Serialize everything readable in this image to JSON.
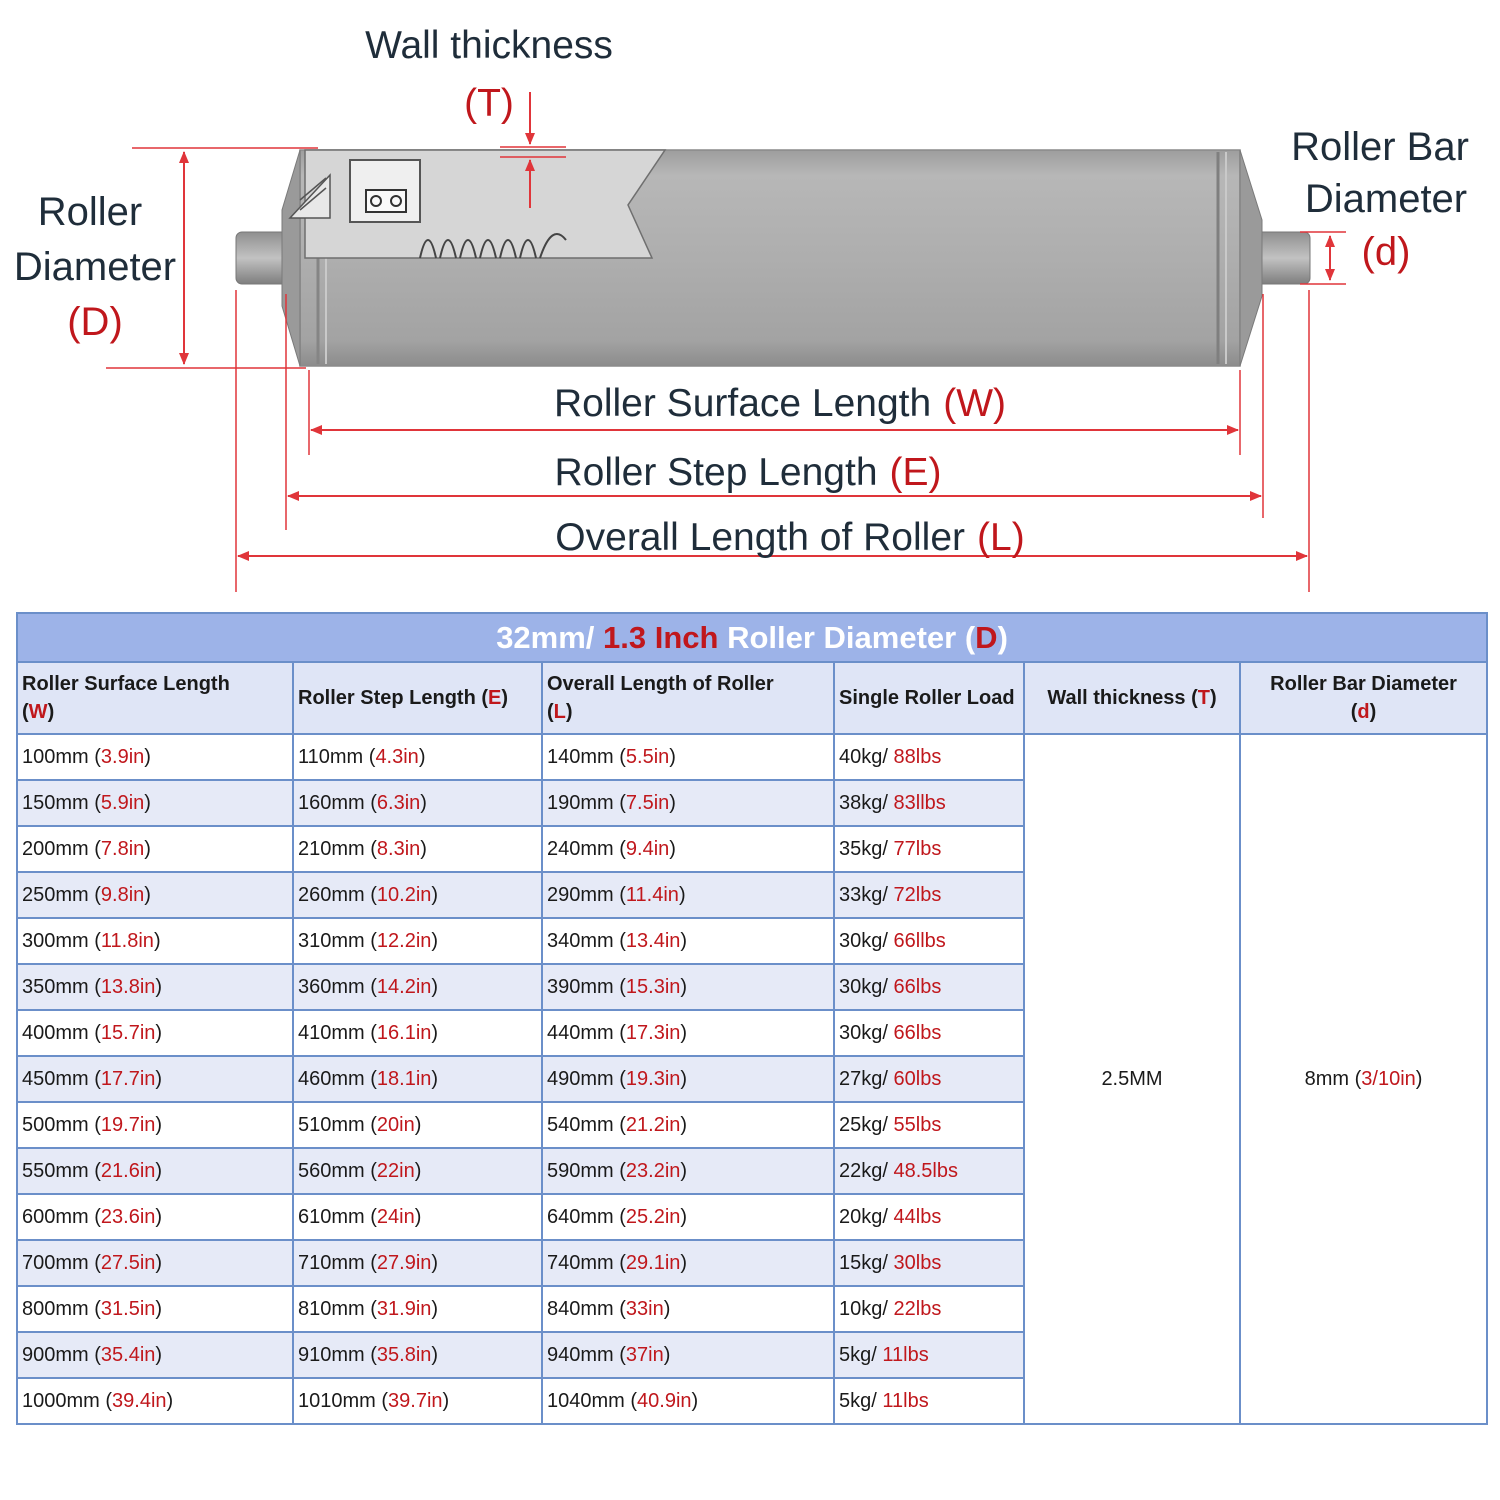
{
  "diagram": {
    "labels": {
      "wall_thickness": "Wall thickness",
      "wall_thickness_sym": "(T)",
      "roller_diameter_1": "Roller",
      "roller_diameter_2": "Diameter",
      "roller_diameter_sym": "(D)",
      "bar_diameter_1": "Roller Bar",
      "bar_diameter_2": "Diameter",
      "bar_diameter_sym": "(d)",
      "surface_length": "Roller Surface Length",
      "surface_length_sym": "(W)",
      "step_length": "Roller Step Length",
      "step_length_sym": "(E)",
      "overall_length": "Overall Length of Roller",
      "overall_length_sym": "(L)"
    },
    "colors": {
      "roller_body": "#ababab",
      "dimension_lines": "#e0353a",
      "label_text": "#1f2d3a",
      "symbol_text": "#c0171c"
    }
  },
  "table": {
    "title": {
      "part1": "32mm/ ",
      "part2": "1.3 Inch",
      "part3": " Roller Diameter (",
      "part4": "D",
      "part5": ")"
    },
    "headers": [
      {
        "text": "Roller Surface Length",
        "sym": "W"
      },
      {
        "text": "Roller Step Length",
        "sym": "E"
      },
      {
        "text": "Overall Length of Roller",
        "sym": "L"
      },
      {
        "text": "Single Roller Load",
        "sym": ""
      },
      {
        "text": "Wall thickness",
        "sym": "T"
      },
      {
        "text": "Roller Bar Diameter",
        "sym": "d"
      }
    ],
    "rows": [
      {
        "w_mm": "100mm",
        "w_in": "3.9in",
        "e_mm": "110mm",
        "e_in": "4.3in",
        "l_mm": "140mm",
        "l_in": "5.5in",
        "kg": "40kg/",
        "lbs": "88lbs"
      },
      {
        "w_mm": "150mm",
        "w_in": "5.9in",
        "e_mm": "160mm",
        "e_in": "6.3in",
        "l_mm": "190mm",
        "l_in": "7.5in",
        "kg": "38kg/",
        "lbs": "83llbs"
      },
      {
        "w_mm": "200mm",
        "w_in": "7.8in",
        "e_mm": "210mm",
        "e_in": "8.3in",
        "l_mm": "240mm",
        "l_in": "9.4in",
        "kg": "35kg/",
        "lbs": "77lbs"
      },
      {
        "w_mm": "250mm",
        "w_in": "9.8in",
        "e_mm": "260mm",
        "e_in": "10.2in",
        "l_mm": "290mm",
        "l_in": "11.4in",
        "kg": "33kg/",
        "lbs": "72lbs"
      },
      {
        "w_mm": "300mm",
        "w_in": "11.8in",
        "e_mm": "310mm",
        "e_in": "12.2in",
        "l_mm": "340mm",
        "l_in": "13.4in",
        "kg": "30kg/",
        "lbs": "66llbs"
      },
      {
        "w_mm": "350mm",
        "w_in": "13.8in",
        "e_mm": "360mm",
        "e_in": "14.2in",
        "l_mm": "390mm",
        "l_in": "15.3in",
        "kg": "30kg/",
        "lbs": "66lbs"
      },
      {
        "w_mm": "400mm",
        "w_in": "15.7in",
        "e_mm": "410mm",
        "e_in": "16.1in",
        "l_mm": "440mm",
        "l_in": "17.3in",
        "kg": "30kg/",
        "lbs": "66lbs"
      },
      {
        "w_mm": "450mm",
        "w_in": "17.7in",
        "e_mm": "460mm",
        "e_in": "18.1in",
        "l_mm": "490mm",
        "l_in": "19.3in",
        "kg": "27kg/",
        "lbs": "60lbs"
      },
      {
        "w_mm": "500mm",
        "w_in": "19.7in",
        "e_mm": "510mm",
        "e_in": "20in",
        "l_mm": "540mm",
        "l_in": "21.2in",
        "kg": "25kg/",
        "lbs": "55lbs"
      },
      {
        "w_mm": "550mm",
        "w_in": "21.6in",
        "e_mm": "560mm",
        "e_in": "22in",
        "l_mm": "590mm",
        "l_in": "23.2in",
        "kg": "22kg/",
        "lbs": "48.5lbs"
      },
      {
        "w_mm": "600mm",
        "w_in": "23.6in",
        "e_mm": "610mm",
        "e_in": "24in",
        "l_mm": "640mm",
        "l_in": "25.2in",
        "kg": "20kg/",
        "lbs": "44lbs"
      },
      {
        "w_mm": "700mm",
        "w_in": "27.5in",
        "e_mm": "710mm",
        "e_in": "27.9in",
        "l_mm": "740mm",
        "l_in": "29.1in",
        "kg": "15kg/",
        "lbs": "30lbs"
      },
      {
        "w_mm": "800mm",
        "w_in": "31.5in",
        "e_mm": "810mm",
        "e_in": "31.9in",
        "l_mm": "840mm",
        "l_in": "33in",
        "kg": "10kg/",
        "lbs": "22lbs"
      },
      {
        "w_mm": "900mm",
        "w_in": "35.4in",
        "e_mm": "910mm",
        "e_in": "35.8in",
        "l_mm": "940mm",
        "l_in": "37in",
        "kg": "5kg/",
        "lbs": "11lbs"
      },
      {
        "w_mm": "1000mm",
        "w_in": "39.4in",
        "e_mm": "1010mm",
        "e_in": "39.7in",
        "l_mm": "1040mm",
        "l_in": "40.9in",
        "kg": "5kg/",
        "lbs": "11lbs"
      }
    ],
    "wall_thickness_value": "2.5MM",
    "bar_diameter_value": {
      "mm": "8mm",
      "in": "3/10in"
    }
  }
}
